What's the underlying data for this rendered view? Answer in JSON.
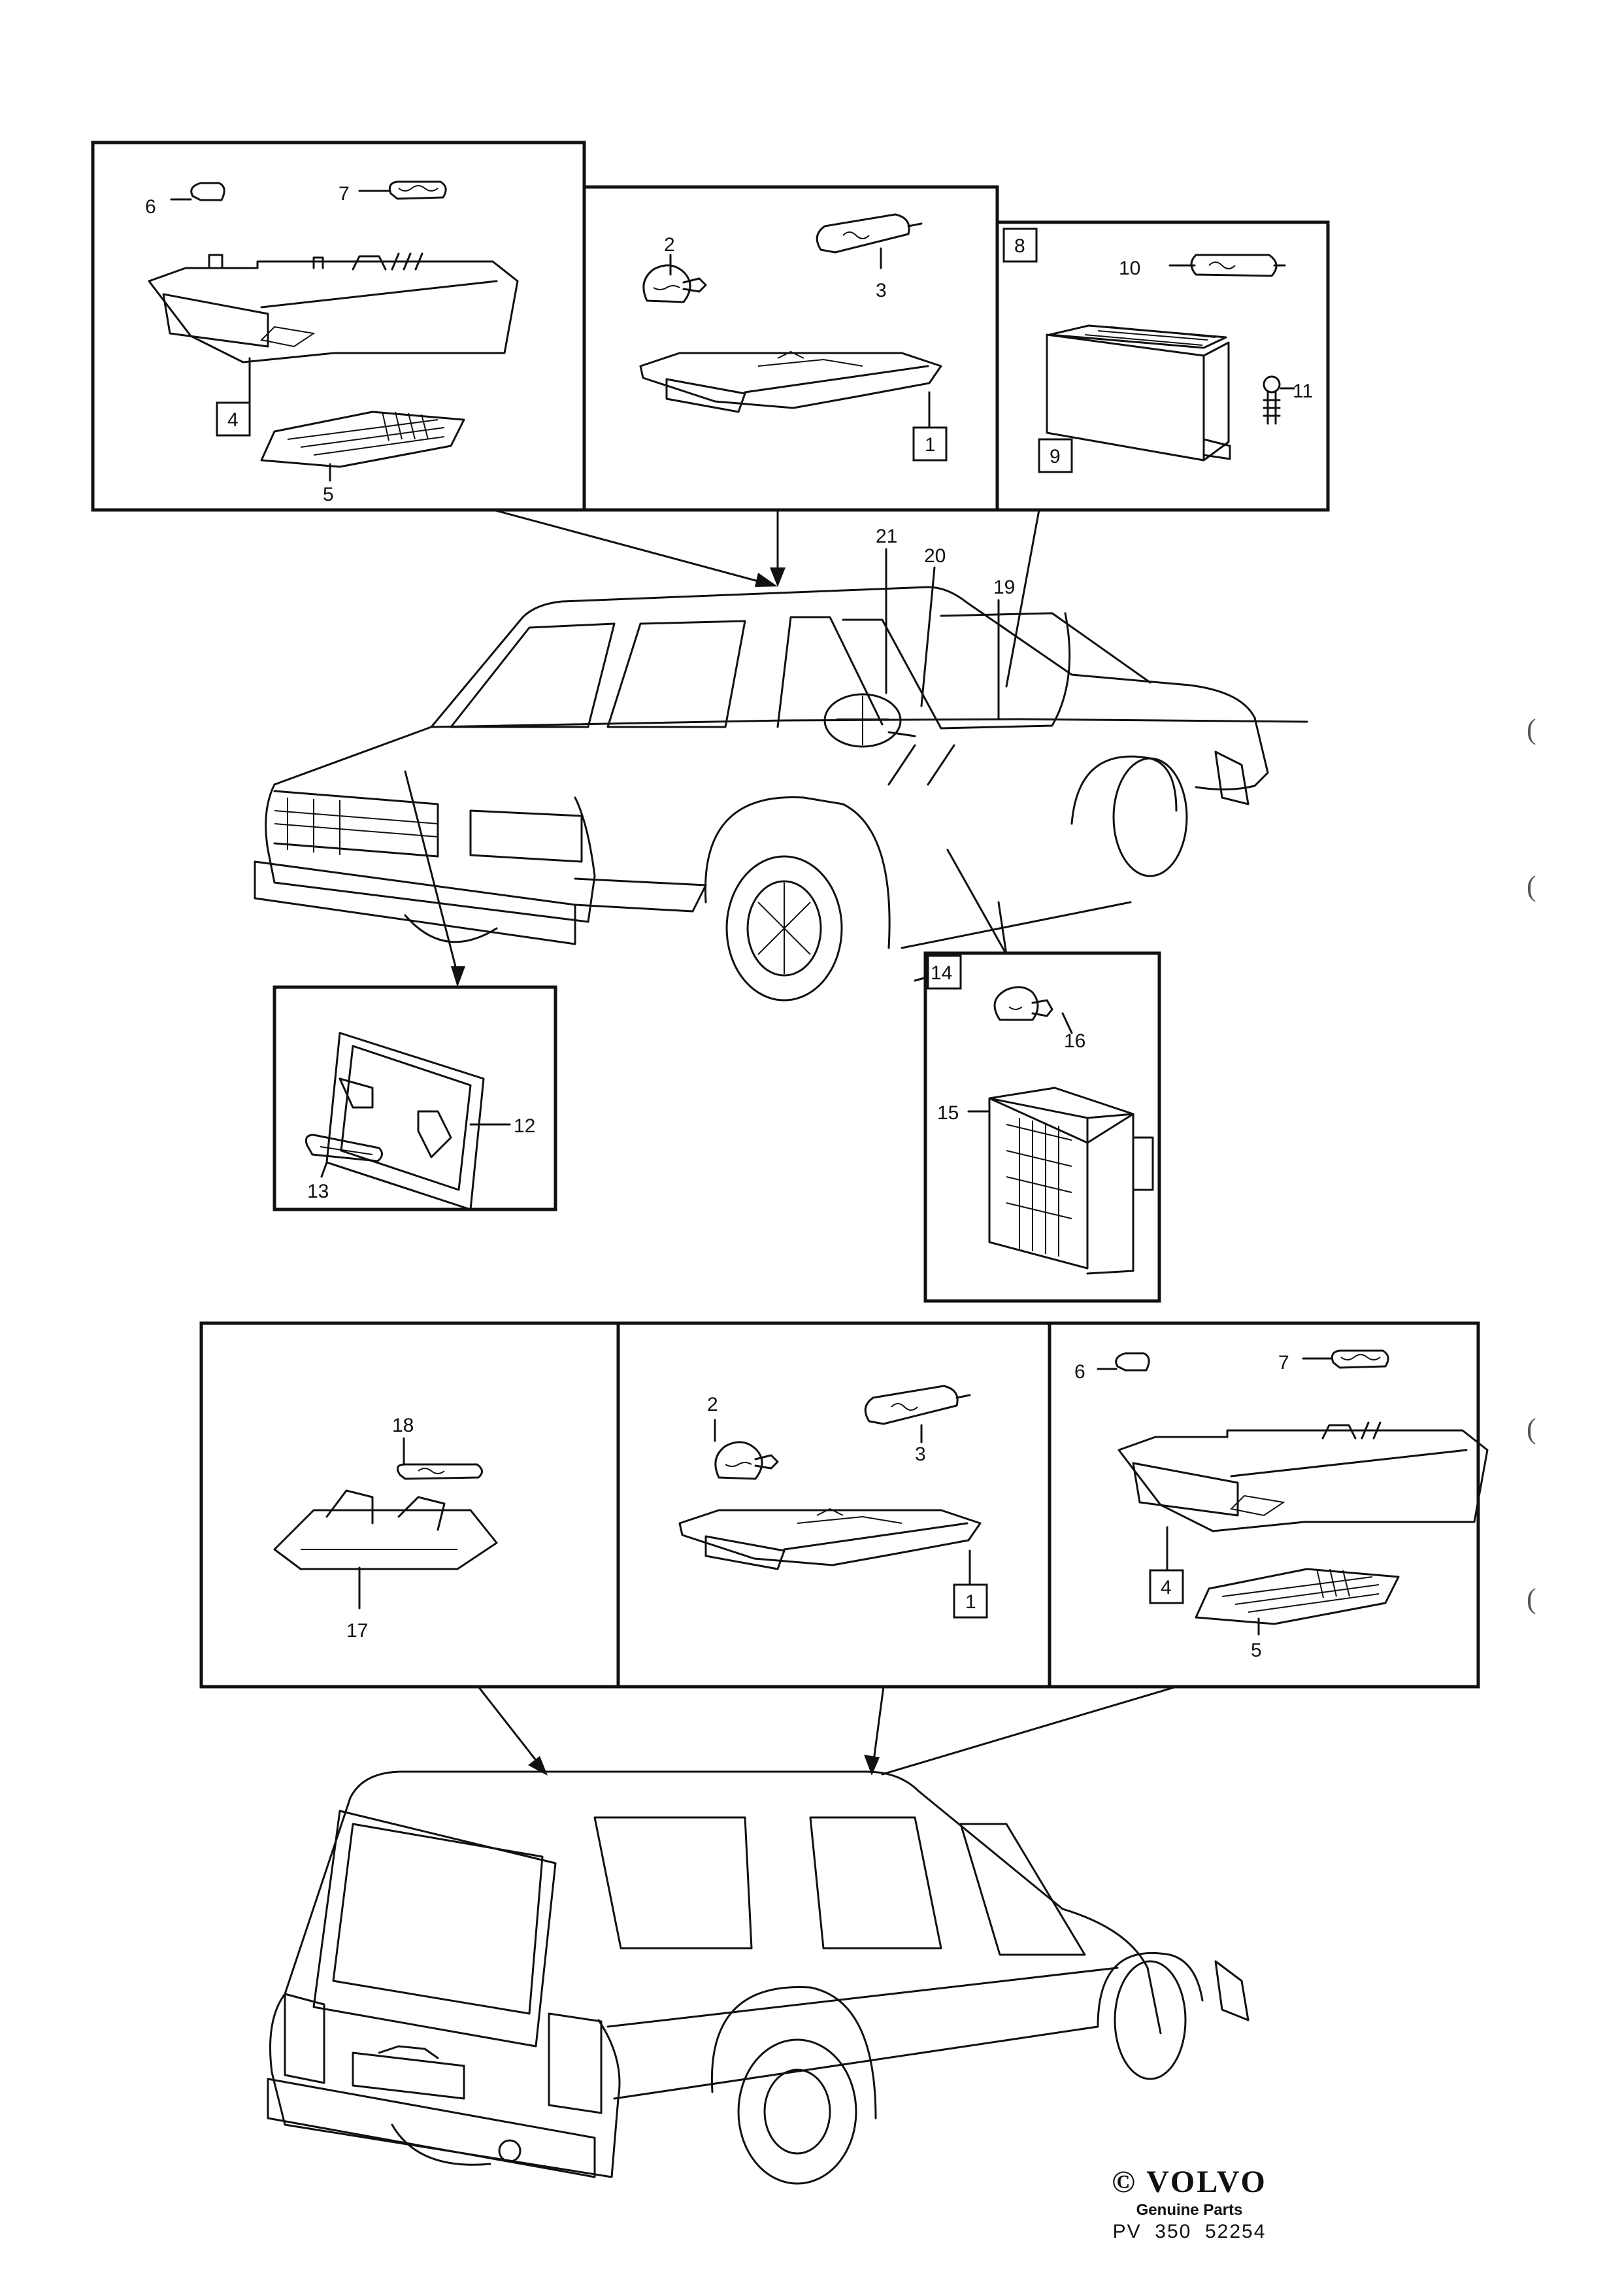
{
  "callouts": {
    "n1": "1",
    "n2": "2",
    "n3": "3",
    "n4": "4",
    "n5": "5",
    "n6": "6",
    "n7": "7",
    "n8": "8",
    "n9": "9",
    "n10": "10",
    "n11": "11",
    "n12": "12",
    "n13": "13",
    "n14": "14",
    "n15": "15",
    "n16": "16",
    "n17": "17",
    "n18": "18",
    "n19": "19",
    "n20": "20",
    "n21": "21"
  },
  "brand": {
    "copyright": "©",
    "logo": "VOLVO",
    "subtitle": "Genuine Parts",
    "code": "PV  350  52254"
  },
  "margin_marks": [
    "(",
    "(",
    "(",
    "("
  ]
}
